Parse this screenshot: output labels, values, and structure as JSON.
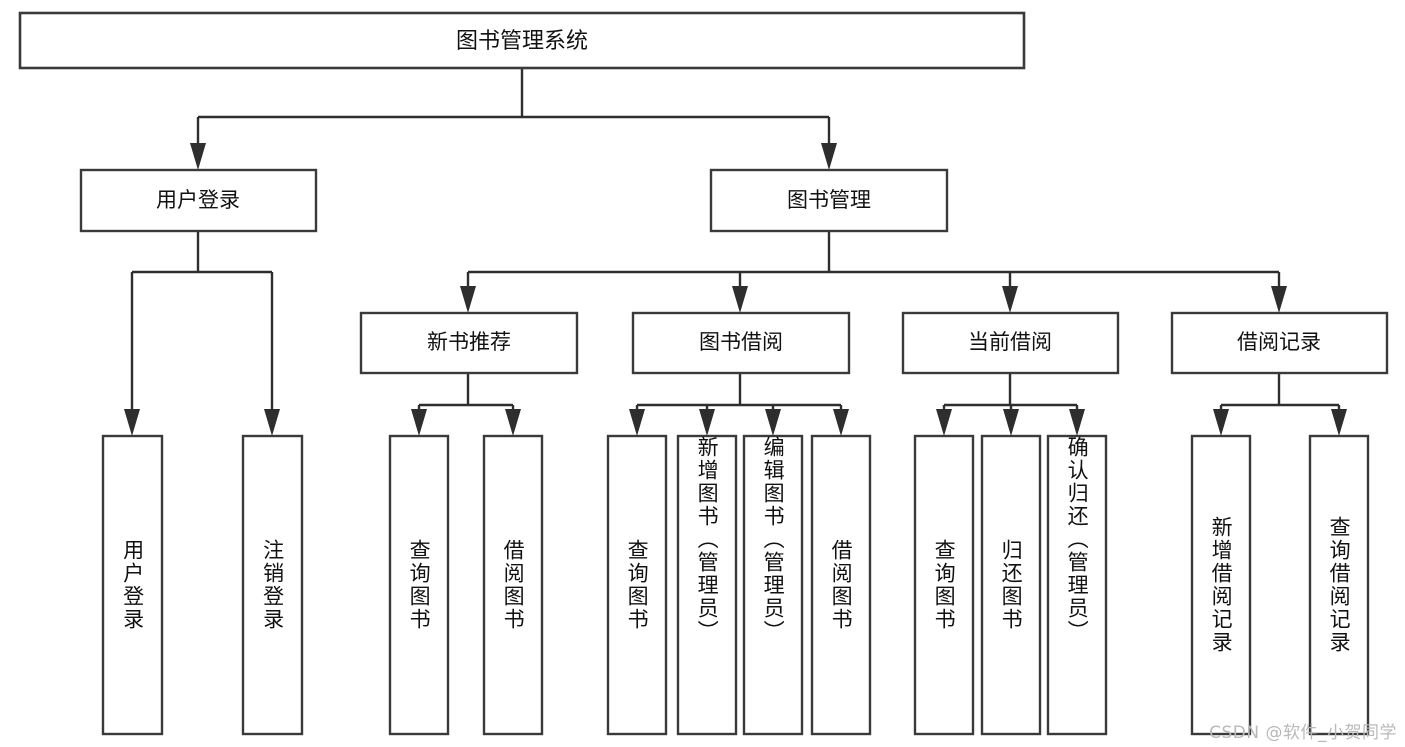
{
  "diagram": {
    "title": "图书管理系统",
    "type": "tree",
    "colors": {
      "box_stroke": "#3a3a3a",
      "connector": "#2e2e2e",
      "box_fill": "#ffffff",
      "text": "#111111",
      "watermark": "#b9b9b9",
      "background": "#ffffff"
    }
  },
  "watermark": {
    "text": "CSDN @软件_小贺同学"
  },
  "nodes": {
    "root": {
      "label": "图书管理系统"
    },
    "level2": [
      {
        "id": "user-login",
        "label": "用户登录"
      },
      {
        "id": "book-manage",
        "label": "图书管理"
      }
    ],
    "level3": [
      {
        "id": "new-book-recommend",
        "label": "新书推荐"
      },
      {
        "id": "book-borrow",
        "label": "图书借阅"
      },
      {
        "id": "current-borrow",
        "label": "当前借阅"
      },
      {
        "id": "borrow-record",
        "label": "借阅记录"
      }
    ],
    "leaves": {
      "user-login": [
        {
          "id": "leaf-user-login",
          "label": "用户登录"
        },
        {
          "id": "leaf-user-logout",
          "label": "注销登录"
        }
      ],
      "new-book-recommend": [
        {
          "id": "leaf-query-book-1",
          "label": "查询图书"
        },
        {
          "id": "leaf-borrow-book-1",
          "label": "借阅图书"
        }
      ],
      "book-borrow": [
        {
          "id": "leaf-query-book-2",
          "label": "查询图书"
        },
        {
          "id": "leaf-add-book",
          "label": "新增图书（管理员）"
        },
        {
          "id": "leaf-edit-book",
          "label": "编辑图书（管理员）"
        },
        {
          "id": "leaf-borrow-book-2",
          "label": "借阅图书"
        }
      ],
      "current-borrow": [
        {
          "id": "leaf-query-book-3",
          "label": "查询图书"
        },
        {
          "id": "leaf-return-book",
          "label": "归还图书"
        },
        {
          "id": "leaf-confirm-return",
          "label": "确认归还（管理员）"
        }
      ],
      "borrow-record": [
        {
          "id": "leaf-add-record",
          "label": "新增借阅记录"
        },
        {
          "id": "leaf-query-record",
          "label": "查询借阅记录"
        }
      ]
    }
  }
}
